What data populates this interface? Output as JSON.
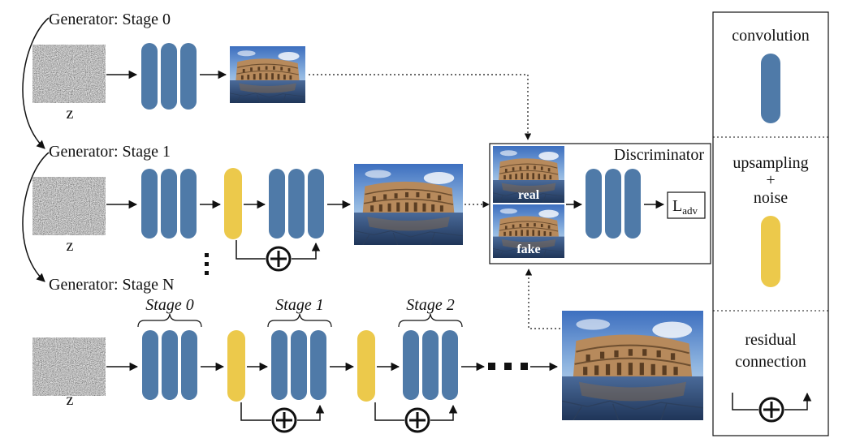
{
  "generators": [
    {
      "title": "Generator: Stage 0",
      "noise_label": "z"
    },
    {
      "title": "Generator: Stage 1",
      "noise_label": "z"
    },
    {
      "title": "Generator: Stage N",
      "noise_label": "z"
    }
  ],
  "stage_labels": [
    "Stage 0",
    "Stage 1",
    "Stage 2"
  ],
  "discriminator": {
    "title": "Discriminator",
    "real_label": "real",
    "fake_label": "fake",
    "loss_main": "L",
    "loss_sub": "adv"
  },
  "legend": {
    "convolution": "convolution",
    "upsampling_line1": "upsampling",
    "upsampling_line2": "+",
    "upsampling_line3": "noise",
    "residual_line1": "residual",
    "residual_line2": "connection"
  },
  "colors": {
    "conv": "#4f7aa8",
    "upsample": "#ecc94b",
    "stroke": "#111111"
  },
  "icons": [
    "noise-image",
    "generated-image",
    "add-circle-icon",
    "ellipsis-dots"
  ]
}
